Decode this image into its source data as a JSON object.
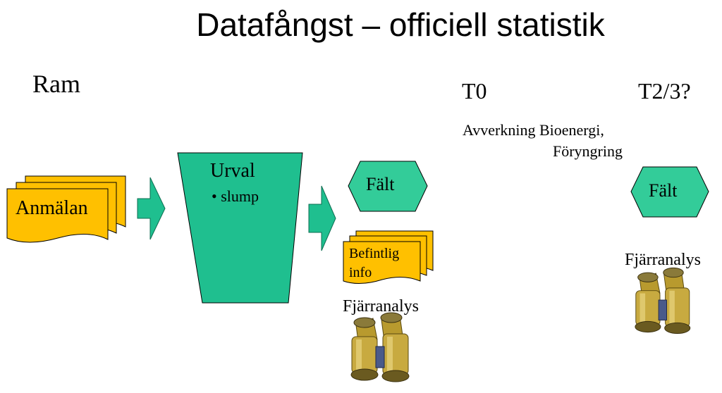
{
  "slide": {
    "title": "Datafångst – officiell statistik",
    "frame_label": "Ram",
    "registration_label": "Anmälan",
    "sample_title": "Urval",
    "sample_bullet": "• slump",
    "field_label": "Fält",
    "existing_info_line1": "Befintlig",
    "existing_info_line2": "info",
    "remote_sensing_label": "Fjärranalys",
    "t0_label": "T0",
    "t23_label": "T2/3?",
    "t0_line1": "Avverkning Bioenergi,",
    "t0_line2": "Föryngring",
    "right_field_label": "Fält",
    "right_remote_sensing_label": "Fjärranalys"
  },
  "colors": {
    "teal": "#1fbf8f",
    "green_hex": "#33cc99",
    "gold": "#ffc000"
  },
  "icons": [
    "binoculars-icon",
    "arrow-right-icon"
  ]
}
